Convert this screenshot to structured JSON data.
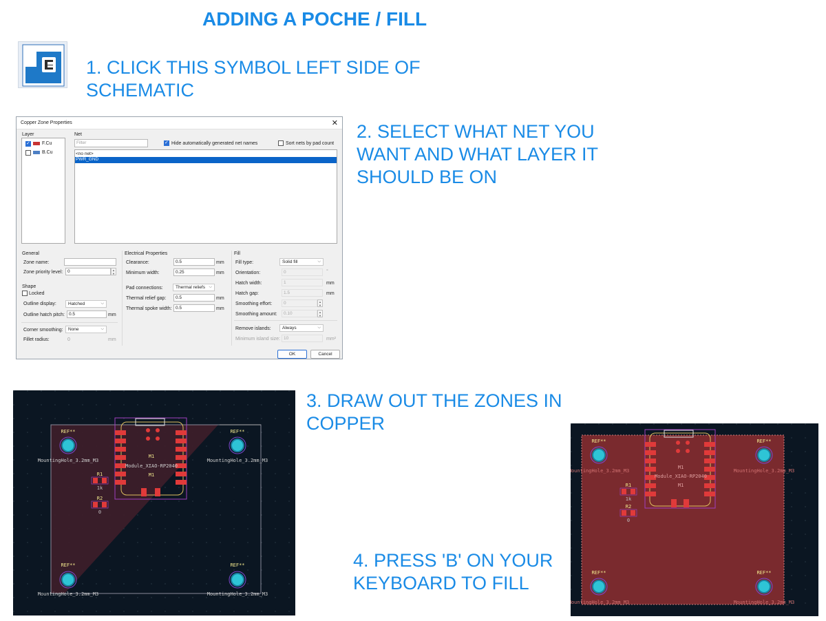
{
  "page": {
    "title": "ADDING A POCHE / FILL",
    "steps": [
      "1. CLICK THIS SYMBOL LEFT SIDE OF SCHEMATIC",
      "2. SELECT WHAT NET YOU WANT AND WHAT LAYER IT SHOULD BE ON",
      "3. DRAW OUT THE ZONES IN COPPER",
      "4. PRESS 'B' ON YOUR KEYBOARD TO FILL"
    ],
    "accent_color": "#1a8be6"
  },
  "symbol": {
    "icon": "add-filled-zone-icon"
  },
  "dialog": {
    "title": "Copper Zone Properties",
    "layer_header": "Layer",
    "net_header": "Net",
    "layers": [
      {
        "name": "F.Cu",
        "checked": true,
        "color": "#c83434"
      },
      {
        "name": "B.Cu",
        "checked": false,
        "color": "#4d7fc4"
      }
    ],
    "filter_placeholder": "Filter",
    "hide_auto_label": "Hide automatically generated net names",
    "hide_auto_checked": true,
    "sort_label": "Sort nets by pad count",
    "sort_checked": false,
    "nets": [
      "<no net>",
      "PWR_GND"
    ],
    "selected_net": "PWR_GND",
    "general": {
      "header": "General",
      "zone_name_label": "Zone name:",
      "zone_name_value": "",
      "priority_label": "Zone priority level:",
      "priority_value": "0"
    },
    "shape": {
      "header": "Shape",
      "locked_label": "Locked",
      "outline_display_label": "Outline display:",
      "outline_display_value": "Hatched",
      "hatch_pitch_label": "Outline hatch pitch:",
      "hatch_pitch_value": "0.5",
      "hatch_pitch_unit": "mm",
      "corner_label": "Corner smoothing:",
      "corner_value": "None",
      "fillet_label": "Fillet radius:",
      "fillet_value": "0",
      "fillet_unit": "mm"
    },
    "electrical": {
      "header": "Electrical Properties",
      "clearance_label": "Clearance:",
      "clearance_value": "0.5",
      "clearance_unit": "mm",
      "min_width_label": "Minimum width:",
      "min_width_value": "0.25",
      "min_width_unit": "mm",
      "pad_conn_label": "Pad connections:",
      "pad_conn_value": "Thermal reliefs",
      "relief_gap_label": "Thermal relief gap:",
      "relief_gap_value": "0.5",
      "relief_gap_unit": "mm",
      "spoke_label": "Thermal spoke width:",
      "spoke_value": "0.5",
      "spoke_unit": "mm"
    },
    "fill": {
      "header": "Fill",
      "type_label": "Fill type:",
      "type_value": "Solid fill",
      "orientation_label": "Orientation:",
      "orientation_value": "0",
      "orientation_unit": "°",
      "hatch_width_label": "Hatch width:",
      "hatch_width_value": "1",
      "hatch_width_unit": "mm",
      "hatch_gap_label": "Hatch gap:",
      "hatch_gap_value": "1.5",
      "hatch_gap_unit": "mm",
      "smooth_effort_label": "Smoothing effort:",
      "smooth_effort_value": "0",
      "smooth_amount_label": "Smoothing amount:",
      "smooth_amount_value": "0.10",
      "islands_label": "Remove islands:",
      "islands_value": "Always",
      "min_island_label": "Minimum island size:",
      "min_island_value": "10",
      "min_island_unit": "mm²"
    },
    "ok_label": "OK",
    "cancel_label": "Cancel"
  },
  "pcb": {
    "ref_label": "REF**",
    "hole_label": "MountingHole_3.2mm_M3",
    "module_ref": "M1",
    "module_name": "Module_XIAO-RP2040",
    "r1_ref": "R1",
    "r1_value": "1k",
    "r2_ref": "R2",
    "r2_value": "0",
    "background_color": "#0b1622",
    "pad_color": "#e03a3a",
    "hole_color": "#2ec4d6",
    "zone_color": "#7a2a2e"
  }
}
